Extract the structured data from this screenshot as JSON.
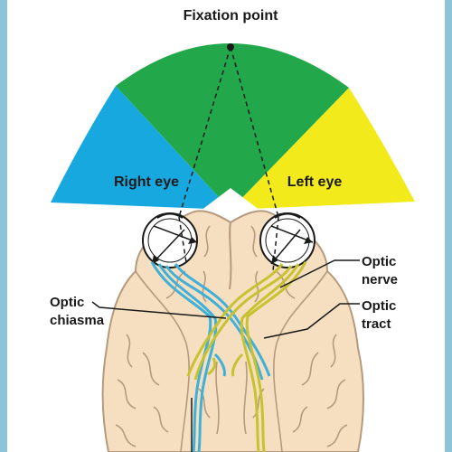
{
  "labels": {
    "fixation_point": "Fixation point",
    "right_eye": "Right eye",
    "left_eye": "Left eye",
    "optic_nerve_1": "Optic",
    "optic_nerve_2": "nerve",
    "optic_tract_1": "Optic",
    "optic_tract_2": "tract",
    "optic_chiasma_1": "Optic",
    "optic_chiasma_2": "chiasma"
  },
  "colors": {
    "frame_border": "#8ec4d8",
    "visual_field_right": "#18a8e0",
    "visual_field_center": "#22a84a",
    "visual_field_left": "#f2ea1a",
    "brain_fill": "#f6dec0",
    "brain_outline": "#b59a7e",
    "right_pathway": "#3fb0d8",
    "left_pathway": "#c8c230",
    "line_dark": "#1a1a1a"
  }
}
